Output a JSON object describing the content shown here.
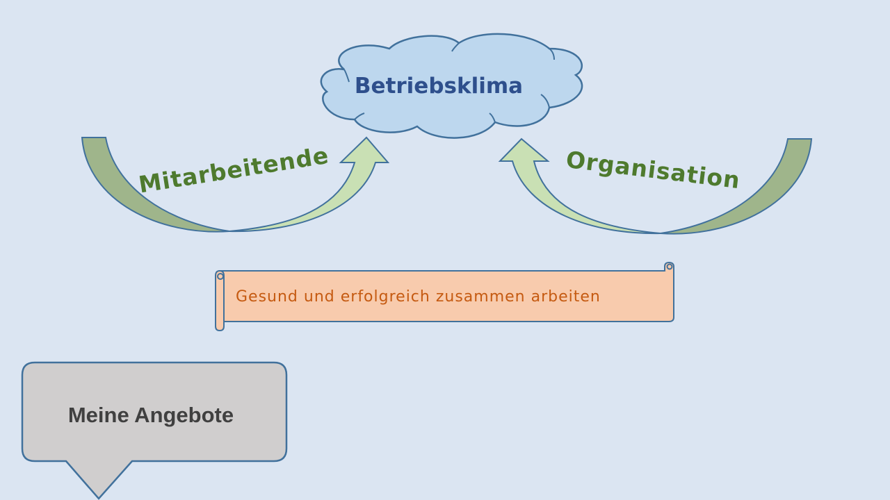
{
  "diagram": {
    "cloud": {
      "label": "Betriebsklima",
      "fill": "#bdd7ee",
      "stroke": "#41719c"
    },
    "left_arrow": {
      "label": "Mitarbeitende",
      "tail_fill": "#9fb58b",
      "head_fill": "#c9e0b4"
    },
    "right_arrow": {
      "label": "Organisation",
      "tail_fill": "#9fb58b",
      "head_fill": "#c9e0b4"
    },
    "banner": {
      "label": "Gesund und erfolgreich zusammen arbeiten",
      "fill": "#f8cbad"
    },
    "callout": {
      "label": "Meine Angebote",
      "fill": "#d0cece"
    }
  }
}
